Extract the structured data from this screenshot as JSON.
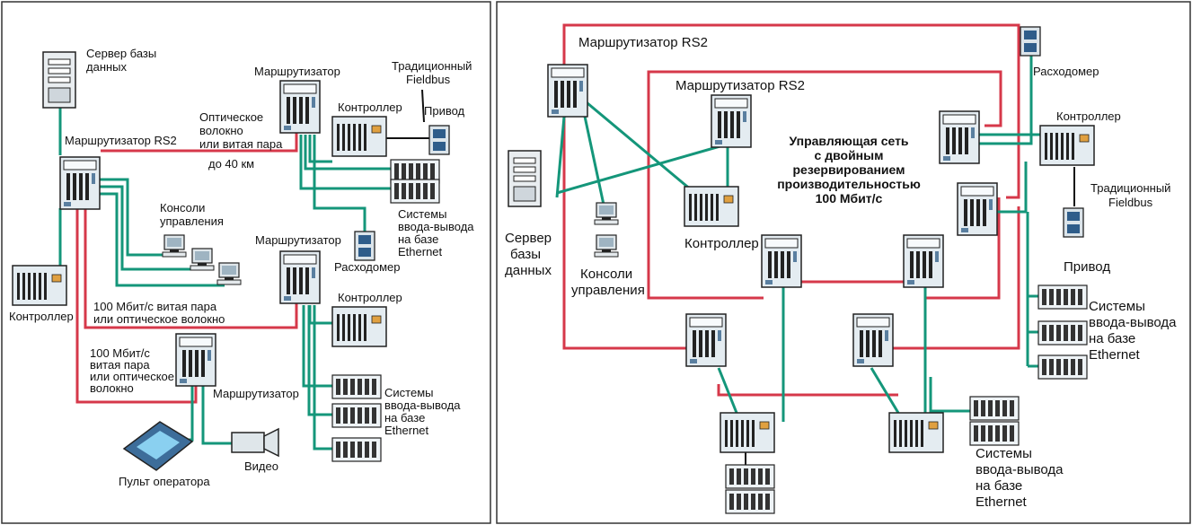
{
  "left_panel": {
    "server_label": [
      "Сервер базы",
      "данных"
    ],
    "router_rs2_label": "Маршрутизатор RS2",
    "router_top_label": "Маршрутизатор",
    "fieldbus_label": [
      "Традиционный",
      "Fieldbus"
    ],
    "optic_label": [
      "Оптическое",
      "волокно",
      "или витая пара"
    ],
    "distance_label": "до 40 км",
    "controller_top_label": "Контроллер",
    "drive_label": "Привод",
    "consoles_label": [
      "Консоли",
      "управления"
    ],
    "io_top_label": [
      "Системы",
      "ввода-вывода",
      "на базе",
      "Ethernet"
    ],
    "router_mid_label": "Маршрутизатор",
    "flowmeter_label": "Расходомер",
    "controller_left_label": "Контроллер",
    "link_100_label": [
      "100 Мбит/с  витая пара",
      "или оптическое волокно"
    ],
    "controller_mid_label": "Контроллер",
    "link_100b_label": [
      "100 Мбит/с",
      "витая пара",
      "или оптическое",
      "волокно"
    ],
    "router_bottom_label": "Маршрутизатор",
    "io_bottom_label": [
      "Системы",
      "ввода-вывода",
      "на базе",
      "Ethernet"
    ],
    "operator_label": "Пульт оператора",
    "video_label": "Видео"
  },
  "right_panel": {
    "router_rs2_outer_label": "Маршрутизатор RS2",
    "router_rs2_inner_label": "Маршрутизатор RS2",
    "flowmeter_label": "Расходомер",
    "controller_right_label": "Контроллер",
    "network_title": [
      "Управляющая сеть",
      "с двойным",
      "резервированием",
      "производительностью",
      "100 Мбит/с"
    ],
    "fieldbus_label": [
      "Традиционный",
      "Fieldbus"
    ],
    "server_label": [
      "Сервер",
      "базы",
      "данных"
    ],
    "consoles_label": [
      "Консоли",
      "управления"
    ],
    "controller_center_label": "Контроллер",
    "drive_label": "Привод",
    "io_right_label": [
      "Системы",
      "ввода-вывода",
      "на базе",
      "Ethernet"
    ],
    "io_bottom_label": [
      "Системы",
      "ввода-вывода",
      "на базе",
      "Ethernet"
    ]
  },
  "colors": {
    "ring": "#d6384a",
    "link": "#14967a",
    "device": "#dfe8ee",
    "panel_border": "#333333"
  }
}
